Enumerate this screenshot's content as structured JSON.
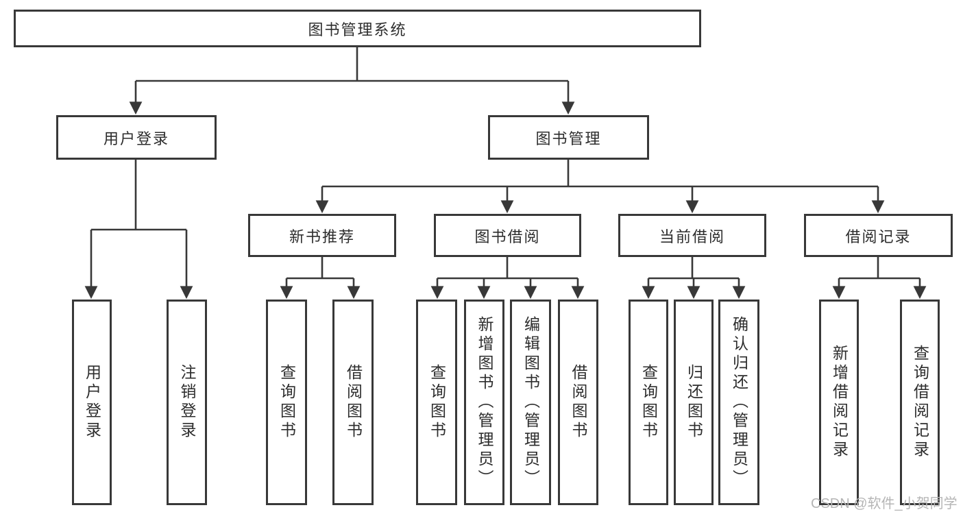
{
  "diagram": {
    "root": {
      "label": "图书管理系统"
    },
    "level2": [
      {
        "label": "用户登录"
      },
      {
        "label": "图书管理"
      }
    ],
    "level3": [
      {
        "label": "新书推荐"
      },
      {
        "label": "图书借阅"
      },
      {
        "label": "当前借阅"
      },
      {
        "label": "借阅记录"
      }
    ],
    "leaves": [
      {
        "label": "用户登录"
      },
      {
        "label": "注销登录"
      },
      {
        "label": "查询图书"
      },
      {
        "label": "借阅图书"
      },
      {
        "label": "查询图书"
      },
      {
        "label": "新增图书（管理员）"
      },
      {
        "label": "编辑图书（管理员）"
      },
      {
        "label": "借阅图书"
      },
      {
        "label": "查询图书"
      },
      {
        "label": "归还图书"
      },
      {
        "label": "确认归还（管理员）"
      },
      {
        "label": "新增借阅记录"
      },
      {
        "label": "查询借阅记录"
      }
    ]
  },
  "watermark": {
    "text": "CSDN @软件_小贺同学"
  },
  "colors": {
    "line": "#383838",
    "text": "#2d2d2d",
    "watermark": "#b5b5b5",
    "background": "#ffffff"
  }
}
